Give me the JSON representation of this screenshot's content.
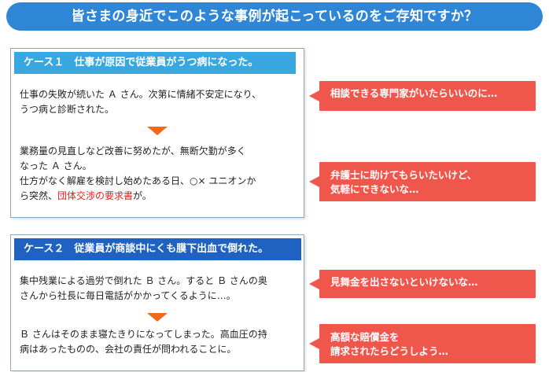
{
  "header": {
    "title": "皆さまの身近でこのような事例が起こっているのをご存知ですか？"
  },
  "case1": {
    "title": "ケース１　仕事が原因で従業員がうつ病になった。",
    "para1_line1": "仕事の失敗が続いた Ａ さん。次第に情緒不安定になり、",
    "para1_line2": "うつ病と診断された。",
    "para2_line1": "業務量の見直しなど改善に努めたが、無断欠勤が多く",
    "para2_line2": "なった Ａ さん。",
    "para2_line3": "仕方がなく解雇を検討し始めたある日、○× ユニオンか",
    "para2_line4_a": "ら突然、",
    "para2_line4_red": "団体交渉の要求書",
    "para2_line4_b": "が。"
  },
  "case2": {
    "title": "ケース２　従業員が商談中にくも膜下出血で倒れた。",
    "para1_line1": "集中残業による過労で倒れた Ｂ さん。すると Ｂ さんの奥",
    "para1_line2": "さんから社長に毎日電話がかかってくるように…。",
    "para2_line1": "Ｂ さんはそのまま寝たきりになってしまった。高血圧の持",
    "para2_line2": "病はあったものの、会社の責任が問われることに。"
  },
  "bubbles": {
    "b1_line1": "相談できる専門家がいたらいいのに…",
    "b2_line1": "弁護士に助けてもらいたいけど、",
    "b2_line2": "気軽にできないな…",
    "b3_line1": "見舞金を出さないといけないな…",
    "b4_line1": "高額な賠償金を",
    "b4_line2": "請求されたらどうしよう…"
  },
  "colors": {
    "header_bg": "#2f86d6",
    "case1_title_bg": "#3aa8e0",
    "case2_title_bg": "#1f62c2",
    "bubble_bg": "#f0574c",
    "arrow": "#ef6a1c",
    "highlight_text": "#e02020"
  }
}
